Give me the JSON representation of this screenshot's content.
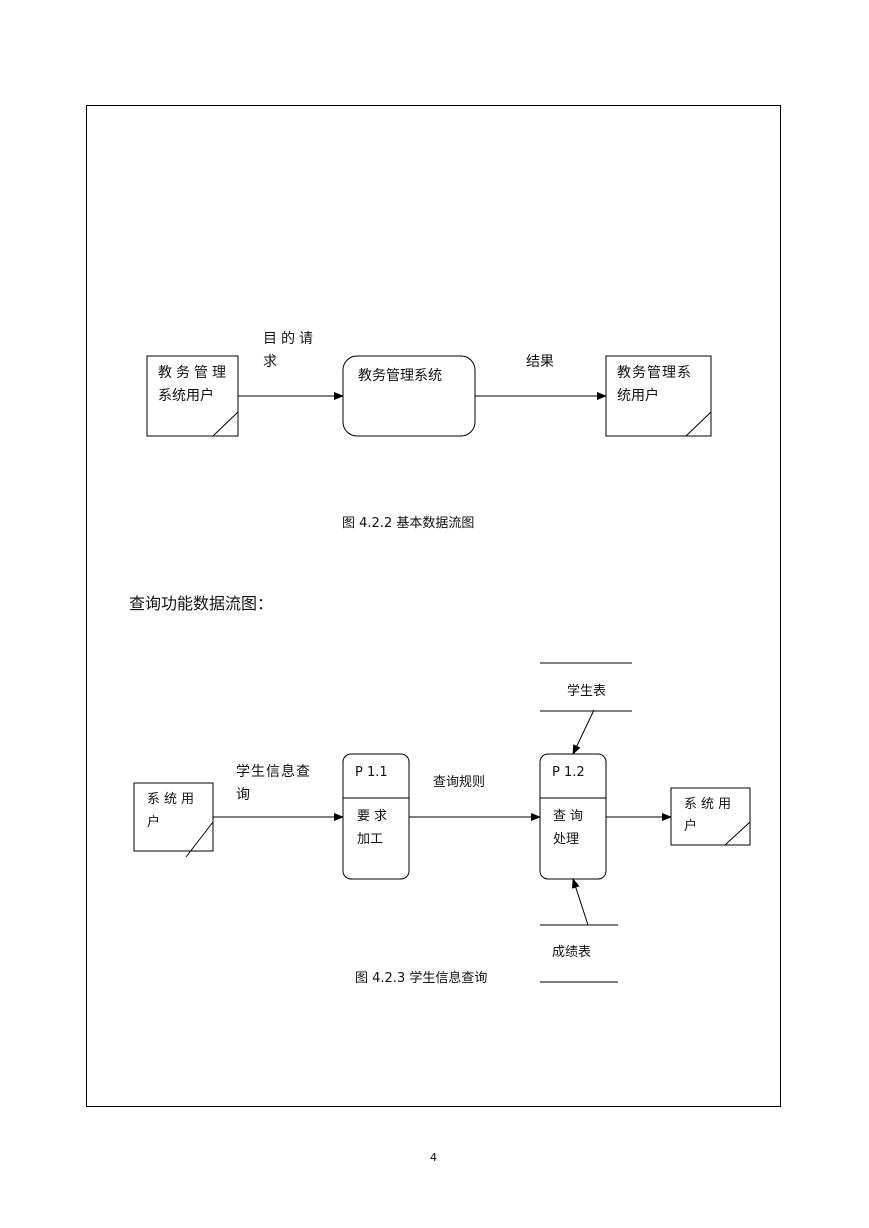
{
  "diagram1": {
    "entity_left": [
      "教务管理",
      "系统用户"
    ],
    "flow_request": [
      "目的请",
      "求"
    ],
    "process": "教务管理系统",
    "flow_result": "结果",
    "entity_right": [
      "教务管理系",
      "统用户"
    ],
    "caption": "图 4.2.2 基本数据流图"
  },
  "section_heading": "查询功能数据流图：",
  "diagram2": {
    "entity_left": [
      "系统用",
      "户"
    ],
    "flow_query": [
      "学生信息查",
      "询"
    ],
    "process1": {
      "id": "P 1.1",
      "name": [
        "要求",
        "加工"
      ]
    },
    "flow_rule": "查询规则",
    "process2": {
      "id": "P 1.2",
      "name": [
        "查询",
        "处理"
      ]
    },
    "store_students": "学生表",
    "store_scores": "成绩表",
    "entity_right": [
      "系统用",
      "户"
    ],
    "caption": "图 4.2.3 学生信息查询"
  },
  "page_number": "4"
}
